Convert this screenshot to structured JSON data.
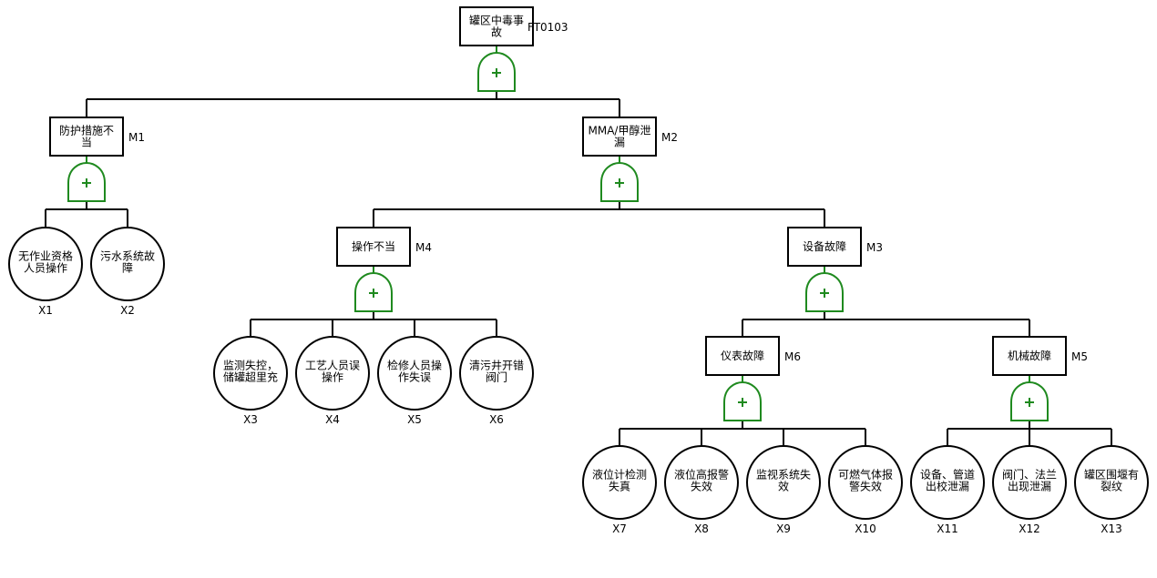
{
  "diagram": {
    "type": "fault-tree",
    "gate_symbol": "+",
    "colors": {
      "line": "#000000",
      "gate": "#1f8a1f",
      "node_fill": "#ffffff"
    },
    "root": {
      "id": "FT0103",
      "label": "罐区中毒事故",
      "kind": "event",
      "gate": "or",
      "children": [
        {
          "id": "M1",
          "label": "防护措施不当",
          "kind": "event",
          "gate": "or",
          "children": [
            {
              "id": "X1",
              "label": "无作业资格人员操作",
              "kind": "basic"
            },
            {
              "id": "X2",
              "label": "污水系统故障",
              "kind": "basic"
            }
          ]
        },
        {
          "id": "M2",
          "label": "MMA/甲醇泄漏",
          "kind": "event",
          "gate": "or",
          "children": [
            {
              "id": "M4",
              "label": "操作不当",
              "kind": "event",
              "gate": "or",
              "children": [
                {
                  "id": "X3",
                  "label": "监测失控，储罐超里充",
                  "kind": "basic"
                },
                {
                  "id": "X4",
                  "label": "工艺人员误操作",
                  "kind": "basic"
                },
                {
                  "id": "X5",
                  "label": "检修人员操作失误",
                  "kind": "basic"
                },
                {
                  "id": "X6",
                  "label": "清污井开错阀门",
                  "kind": "basic"
                }
              ]
            },
            {
              "id": "M3",
              "label": "设备故障",
              "kind": "event",
              "gate": "or",
              "children": [
                {
                  "id": "M6",
                  "label": "仪表故障",
                  "kind": "event",
                  "gate": "or",
                  "children": [
                    {
                      "id": "X7",
                      "label": "液位计检测失真",
                      "kind": "basic"
                    },
                    {
                      "id": "X8",
                      "label": "液位高报警失效",
                      "kind": "basic"
                    },
                    {
                      "id": "X9",
                      "label": "监视系统失效",
                      "kind": "basic"
                    },
                    {
                      "id": "X10",
                      "label": "可燃气体报警失效",
                      "kind": "basic"
                    }
                  ]
                },
                {
                  "id": "M5",
                  "label": "机械故障",
                  "kind": "event",
                  "gate": "or",
                  "children": [
                    {
                      "id": "X11",
                      "label": "设备、管道出校泄漏",
                      "kind": "basic"
                    },
                    {
                      "id": "X12",
                      "label": "阀门、法兰出现泄漏",
                      "kind": "basic"
                    },
                    {
                      "id": "X13",
                      "label": "罐区围堰有裂纹",
                      "kind": "basic"
                    }
                  ]
                }
              ]
            }
          ]
        }
      ]
    }
  }
}
